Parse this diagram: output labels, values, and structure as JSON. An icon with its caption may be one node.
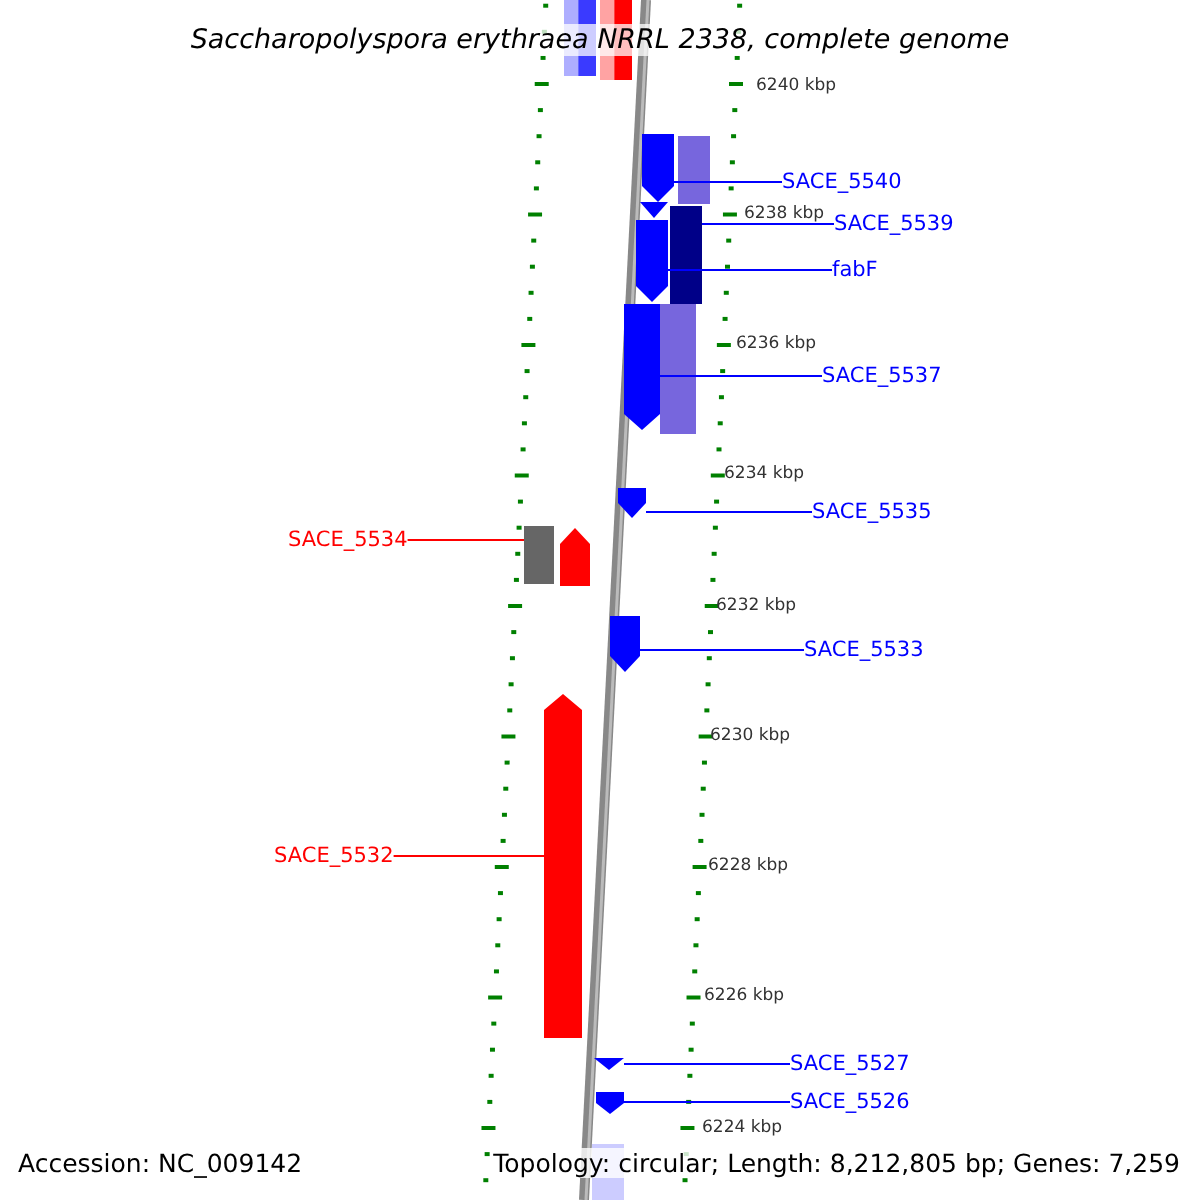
{
  "diagram": {
    "title": "Saccharopolyspora erythraea NRRL 2338, complete genome",
    "nodes": [
      {
        "text": [],
        "shape": "bar"
      },
      {
        "text": [],
        "shape": "bar"
      },
      {
        "text": [],
        "shape": "pentagon"
      },
      {
        "text": [],
        "shape": "bar"
      },
      {
        "text": [],
        "shape": "triangle"
      },
      {
        "text": [],
        "shape": "pentagon"
      },
      {
        "text": [],
        "shape": "bar"
      },
      {
        "text": [],
        "shape": "pentagon"
      },
      {
        "text": [],
        "shape": "bar"
      },
      {
        "text": [],
        "shape": "pentagon"
      },
      {
        "text": [],
        "shape": "bar"
      },
      {
        "text": [],
        "shape": "pentagon"
      },
      {
        "text": [],
        "shape": "pentagon"
      },
      {
        "text": [],
        "shape": "pentagon"
      },
      {
        "text": [],
        "shape": "triangle"
      },
      {
        "text": [],
        "shape": "pentagon"
      },
      {
        "text": [],
        "shape": "bar"
      },
      {
        "text": [
          "SACE_5540"
        ]
      },
      {
        "text": [
          "SACE_5539"
        ]
      },
      {
        "text": [
          "fabF"
        ]
      },
      {
        "text": [
          "SACE_5537"
        ]
      },
      {
        "text": [
          "SACE_5535"
        ]
      },
      {
        "text": [
          "SACE_5534"
        ]
      },
      {
        "text": [
          "SACE_5533"
        ]
      },
      {
        "text": [
          "SACE_5532"
        ]
      },
      {
        "text": [
          "SACE_5527"
        ]
      },
      {
        "text": [
          "SACE_5526"
        ]
      }
    ],
    "edges": [
      {
        "from": 17,
        "to": 2,
        "arrow": "none"
      },
      {
        "from": 18,
        "to": 6,
        "arrow": "none"
      },
      {
        "from": 19,
        "to": 5,
        "arrow": "none"
      },
      {
        "from": 20,
        "to": 7,
        "arrow": "none"
      },
      {
        "from": 21,
        "to": 9,
        "arrow": "none"
      },
      {
        "from": 22,
        "to": 10,
        "arrow": "none",
        "color": "#ff0000"
      },
      {
        "from": 23,
        "to": 12,
        "arrow": "none"
      },
      {
        "from": 24,
        "to": 13,
        "arrow": "none",
        "color": "#ff0000"
      },
      {
        "from": 25,
        "to": 14,
        "arrow": "none"
      },
      {
        "from": 26,
        "to": 15,
        "arrow": "none"
      }
    ],
    "labels": [
      "6240 kbp",
      "6238 kbp",
      "6236 kbp",
      "6234 kbp",
      "6232 kbp",
      "6230 kbp",
      "6228 kbp",
      "6226 kbp",
      "6224 kbp",
      "Accession: NC_009142",
      "Topology: circular; Length: 8,212,805 bp; Genes: 7,259"
    ]
  }
}
